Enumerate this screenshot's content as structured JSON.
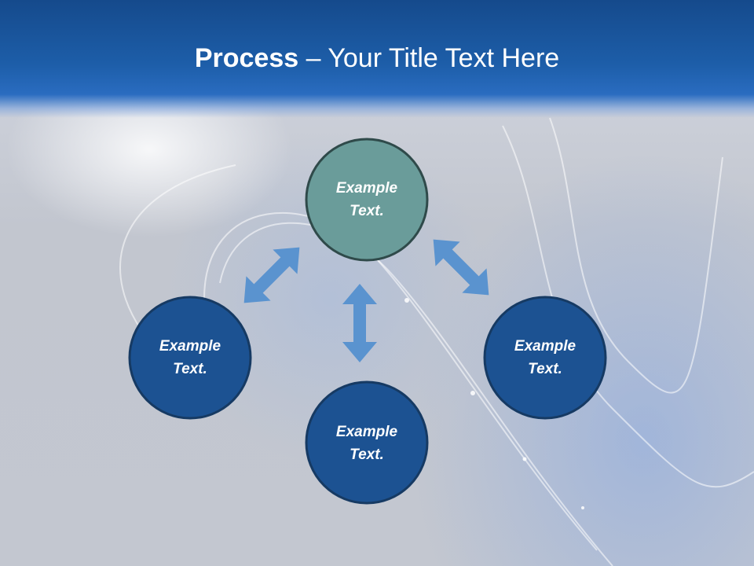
{
  "slide": {
    "title_bold": "Process",
    "title_dash": " – ",
    "title_rest": "Your Title Text Here"
  },
  "colors": {
    "header": "#1d5ea9",
    "node_top_fill": "#6a9c9a",
    "node_top_stroke": "#2f4a4a",
    "node_fill": "#1c5292",
    "node_stroke": "#163a63",
    "arrow": "#5a93cf"
  },
  "nodes": {
    "top": {
      "line1": "Example",
      "line2": "Text."
    },
    "left": {
      "line1": "Example",
      "line2": "Text."
    },
    "right": {
      "line1": "Example",
      "line2": "Text."
    },
    "bottom": {
      "line1": "Example",
      "line2": "Text."
    }
  },
  "arrows": {
    "left": "double-arrow-icon",
    "center": "double-arrow-icon",
    "right": "double-arrow-icon"
  }
}
